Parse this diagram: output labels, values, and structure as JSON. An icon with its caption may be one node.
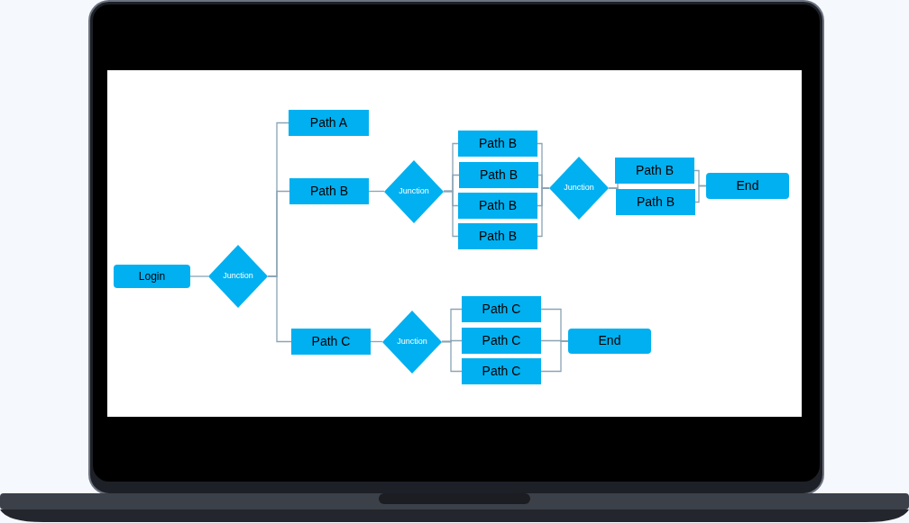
{
  "diagram": {
    "nodes": [
      {
        "text": [
          "Login"
        ]
      },
      {
        "text": [
          "Junction"
        ]
      },
      {
        "text": [
          "Path A"
        ]
      },
      {
        "text": [
          "Path B"
        ]
      },
      {
        "text": [
          "Path C"
        ]
      },
      {
        "text": [
          "Junction"
        ]
      },
      {
        "text": [
          "Path B"
        ]
      },
      {
        "text": [
          "Path B"
        ]
      },
      {
        "text": [
          "Path B"
        ]
      },
      {
        "text": [
          "Path B"
        ]
      },
      {
        "text": [
          "Junction"
        ]
      },
      {
        "text": [
          "Path B"
        ]
      },
      {
        "text": [
          "Path B"
        ]
      },
      {
        "text": [
          "End"
        ]
      },
      {
        "text": [
          "Junction"
        ]
      },
      {
        "text": [
          "Path C"
        ]
      },
      {
        "text": [
          "Path C"
        ]
      },
      {
        "text": [
          "Path C"
        ]
      },
      {
        "text": [
          "End"
        ]
      }
    ],
    "edges": [
      {
        "from": 0,
        "to": 1,
        "arrow": "none"
      },
      {
        "from": 1,
        "to": 2,
        "arrow": "none"
      },
      {
        "from": 1,
        "to": 3,
        "arrow": "none"
      },
      {
        "from": 1,
        "to": 4,
        "arrow": "none"
      },
      {
        "from": 3,
        "to": 5,
        "arrow": "none"
      },
      {
        "from": 5,
        "to": 6,
        "arrow": "none"
      },
      {
        "from": 5,
        "to": 7,
        "arrow": "none"
      },
      {
        "from": 5,
        "to": 8,
        "arrow": "none"
      },
      {
        "from": 5,
        "to": 9,
        "arrow": "none"
      },
      {
        "from": 6,
        "to": 10,
        "arrow": "none"
      },
      {
        "from": 7,
        "to": 10,
        "arrow": "none"
      },
      {
        "from": 8,
        "to": 10,
        "arrow": "none"
      },
      {
        "from": 9,
        "to": 10,
        "arrow": "none"
      },
      {
        "from": 10,
        "to": 11,
        "arrow": "none"
      },
      {
        "from": 10,
        "to": 12,
        "arrow": "none"
      },
      {
        "from": 11,
        "to": 13,
        "arrow": "none"
      },
      {
        "from": 12,
        "to": 13,
        "arrow": "none"
      },
      {
        "from": 4,
        "to": 14,
        "arrow": "none"
      },
      {
        "from": 14,
        "to": 15,
        "arrow": "none"
      },
      {
        "from": 14,
        "to": 16,
        "arrow": "none"
      },
      {
        "from": 14,
        "to": 17,
        "arrow": "none"
      },
      {
        "from": 15,
        "to": 18,
        "arrow": "none"
      },
      {
        "from": 16,
        "to": 18,
        "arrow": "none"
      },
      {
        "from": 17,
        "to": 18,
        "arrow": "none"
      }
    ]
  }
}
